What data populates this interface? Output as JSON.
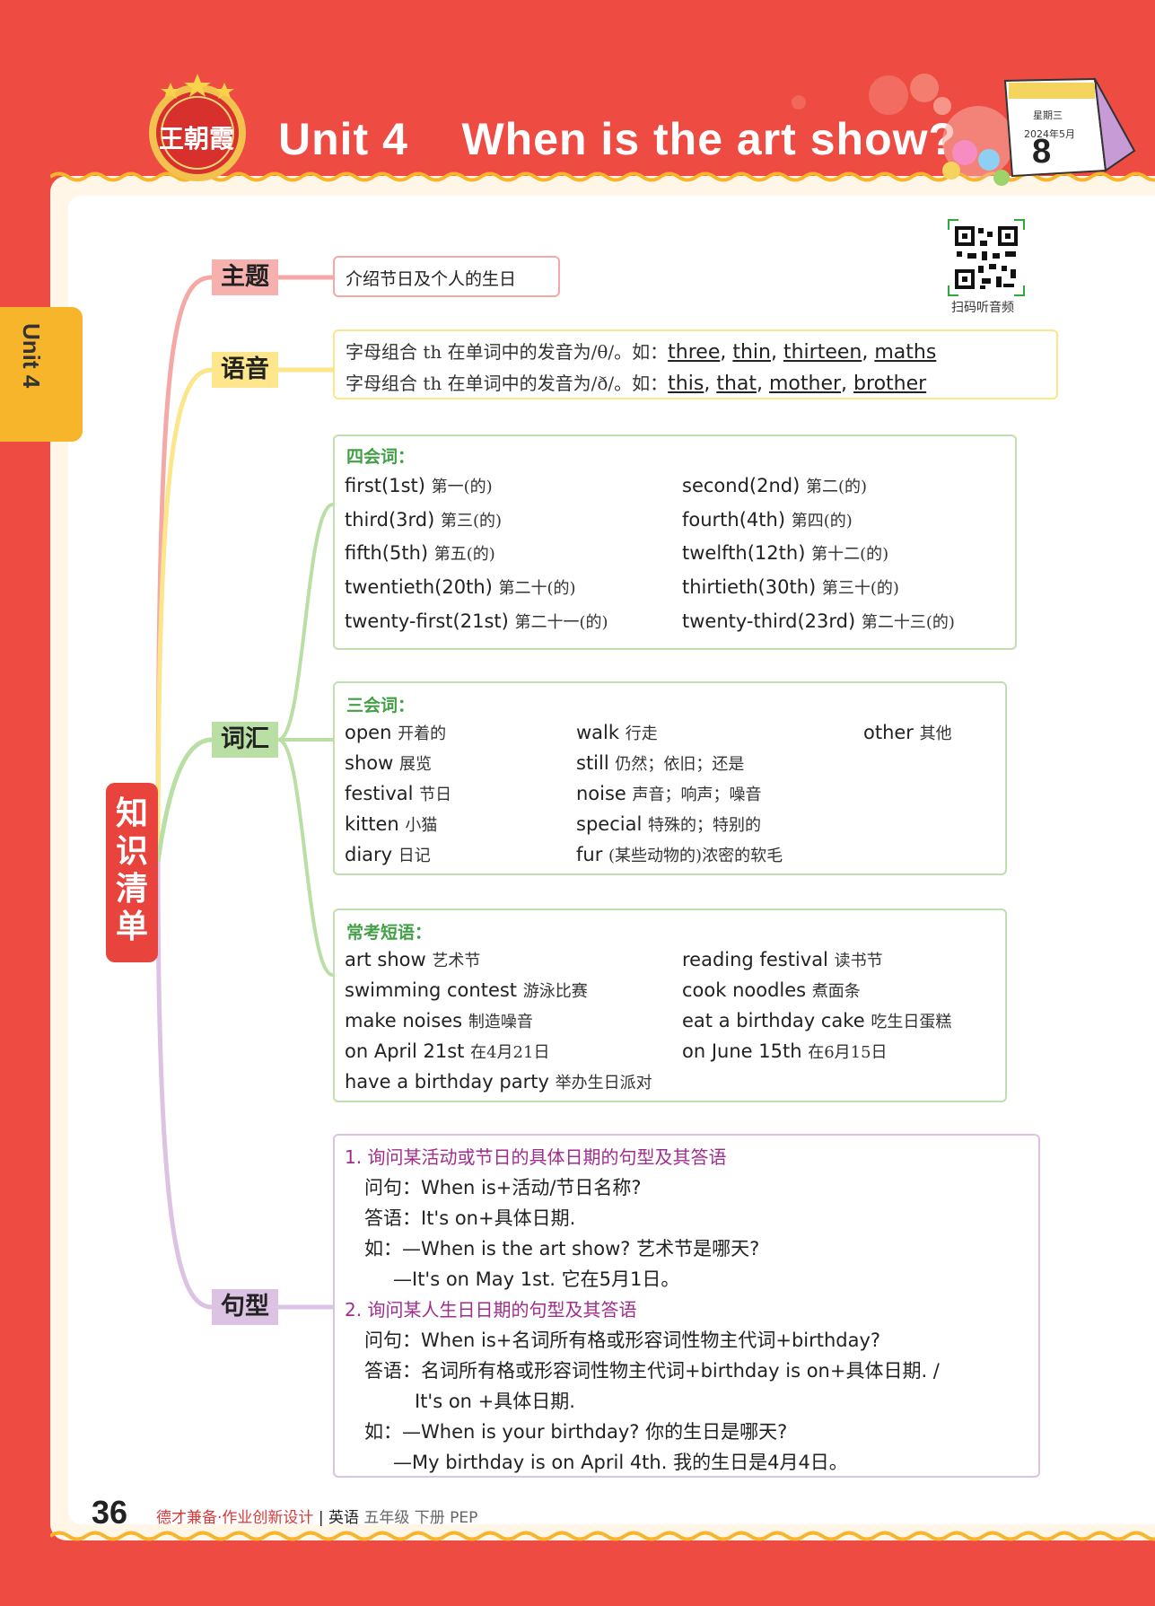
{
  "header": {
    "title": "Unit 4    When is the art show?",
    "logo_text": "王朝霞",
    "calendar": {
      "weekday": "星期三",
      "month": "2024年5月",
      "day": "8"
    }
  },
  "side_tab": {
    "label": "Unit 4"
  },
  "qr": {
    "label": "扫码听音频"
  },
  "mindmap": {
    "root": "知识清单",
    "theme": {
      "tag": "主题",
      "text": "介绍节日及个人的生日"
    },
    "phonics": {
      "tag": "语音",
      "line1": {
        "prefix": "字母组合 th 在单词中的发音为/θ/。如：",
        "words": [
          "three",
          "thin",
          "thirteen",
          "maths"
        ]
      },
      "line2": {
        "prefix": "字母组合 th 在单词中的发音为/ð/。如：",
        "words": [
          "this",
          "that",
          "mother",
          "brother"
        ]
      }
    },
    "vocabulary": {
      "tag": "词汇",
      "four_skill": {
        "heading": "四会词：",
        "items": [
          {
            "en": "first(1st)",
            "zh": "第一(的)"
          },
          {
            "en": "second(2nd)",
            "zh": "第二(的)"
          },
          {
            "en": "third(3rd)",
            "zh": "第三(的)"
          },
          {
            "en": "fourth(4th)",
            "zh": "第四(的)"
          },
          {
            "en": "fifth(5th)",
            "zh": "第五(的)"
          },
          {
            "en": "twelfth(12th)",
            "zh": "第十二(的)"
          },
          {
            "en": "twentieth(20th)",
            "zh": "第二十(的)"
          },
          {
            "en": "thirtieth(30th)",
            "zh": "第三十(的)"
          },
          {
            "en": "twenty-first(21st)",
            "zh": "第二十一(的)"
          },
          {
            "en": "twenty-third(23rd)",
            "zh": "第二十三(的)"
          }
        ]
      },
      "three_skill": {
        "heading": "三会词：",
        "items": [
          {
            "en": "open",
            "zh": "开着的"
          },
          {
            "en": "walk",
            "zh": "行走"
          },
          {
            "en": "other",
            "zh": "其他"
          },
          {
            "en": "show",
            "zh": "展览"
          },
          {
            "en": "still",
            "zh": "仍然；依旧；还是"
          },
          {
            "en": "festival",
            "zh": "节日"
          },
          {
            "en": "noise",
            "zh": "声音；响声；噪音"
          },
          {
            "en": "kitten",
            "zh": "小猫"
          },
          {
            "en": "special",
            "zh": "特殊的；特别的"
          },
          {
            "en": "diary",
            "zh": "日记"
          },
          {
            "en": "fur",
            "zh": "(某些动物的)浓密的软毛"
          }
        ]
      },
      "phrases": {
        "heading": "常考短语：",
        "items": [
          {
            "en": "art show",
            "zh": "艺术节"
          },
          {
            "en": "reading festival",
            "zh": "读书节"
          },
          {
            "en": "swimming contest",
            "zh": "游泳比赛"
          },
          {
            "en": "cook noodles",
            "zh": "煮面条"
          },
          {
            "en": "make noises",
            "zh": "制造噪音"
          },
          {
            "en": "eat a birthday cake",
            "zh": "吃生日蛋糕"
          },
          {
            "en": "on April 21st",
            "zh": "在4月21日"
          },
          {
            "en": "on June 15th",
            "zh": "在6月15日"
          },
          {
            "en": "have a birthday party",
            "zh": "举办生日派对"
          }
        ]
      }
    },
    "sentences": {
      "tag": "句型",
      "pattern1": {
        "heading": "1. 询问某活动或节日的具体日期的句型及其答语",
        "question": "问句：When is+活动/节日名称?",
        "answer": "答语：It's on+具体日期.",
        "example_q": "如：—When is the art show? 艺术节是哪天?",
        "example_a": "—It's on May 1st. 它在5月1日。"
      },
      "pattern2": {
        "heading": "2. 询问某人生日日期的句型及其答语",
        "question": "问句：When is+名词所有格或形容词性物主代词+birthday?",
        "answer": "答语：名词所有格或形容词性物主代词+birthday is on+具体日期. /",
        "answer2": "It's on +具体日期.",
        "example_q": "如：—When is your birthday? 你的生日是哪天?",
        "example_a": "—My birthday is on April 4th. 我的生日是4月4日。"
      }
    }
  },
  "footer": {
    "page": "36",
    "brand": "德才兼备·作业创新设计",
    "subject": "英语",
    "info": "五年级  下册  PEP"
  }
}
